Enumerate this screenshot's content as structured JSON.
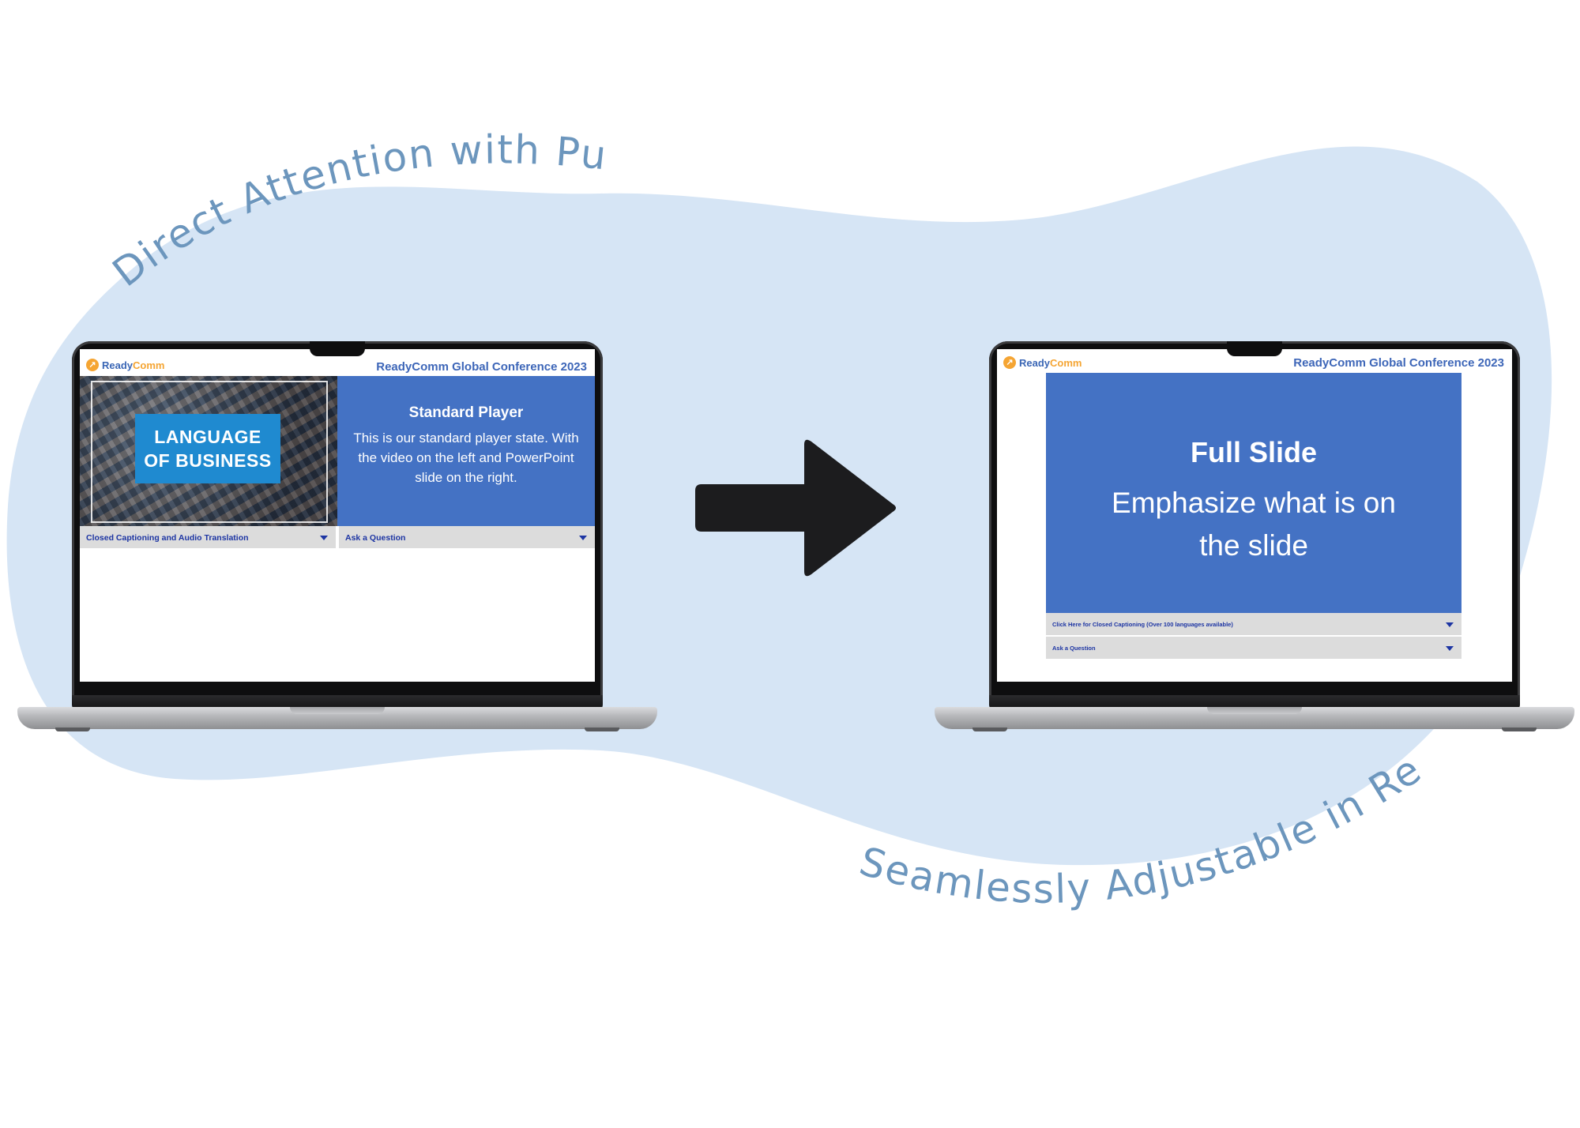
{
  "headline_top": "Direct Attention with Purpose",
  "headline_bottom": "Seamlessly Adjustable in Real Time",
  "colors": {
    "blob": "#d6e5f5",
    "slide_blue": "#4472c4",
    "title_blue": "#3d66b8",
    "caption_text": "#6c96bd",
    "brand_orange": "#f5a533"
  },
  "left_screen": {
    "logo": {
      "icon": "logo-arrow-icon",
      "text_a": "Ready",
      "text_b": "Comm"
    },
    "conference_title": "ReadyComm Global Conference 2023",
    "video": {
      "line1": "LANGUAGE",
      "line2": "OF BUSINESS"
    },
    "slide": {
      "title": "Standard Player",
      "body": "This is our standard player state. With the video on the left and PowerPoint slide on the right."
    },
    "captions_bar": "Closed Captioning and Audio Translation",
    "question_bar": "Ask a Question"
  },
  "right_screen": {
    "logo": {
      "icon": "logo-arrow-icon",
      "text_a": "Ready",
      "text_b": "Comm"
    },
    "conference_title": "ReadyComm Global Conference 2023",
    "slide": {
      "title": "Full Slide",
      "body": "Emphasize what is on the slide"
    },
    "captions_bar": "Click Here for Closed Captioning (Over 100 languages available)",
    "question_bar": "Ask a Question"
  },
  "arrow_icon": "right-arrow-icon"
}
